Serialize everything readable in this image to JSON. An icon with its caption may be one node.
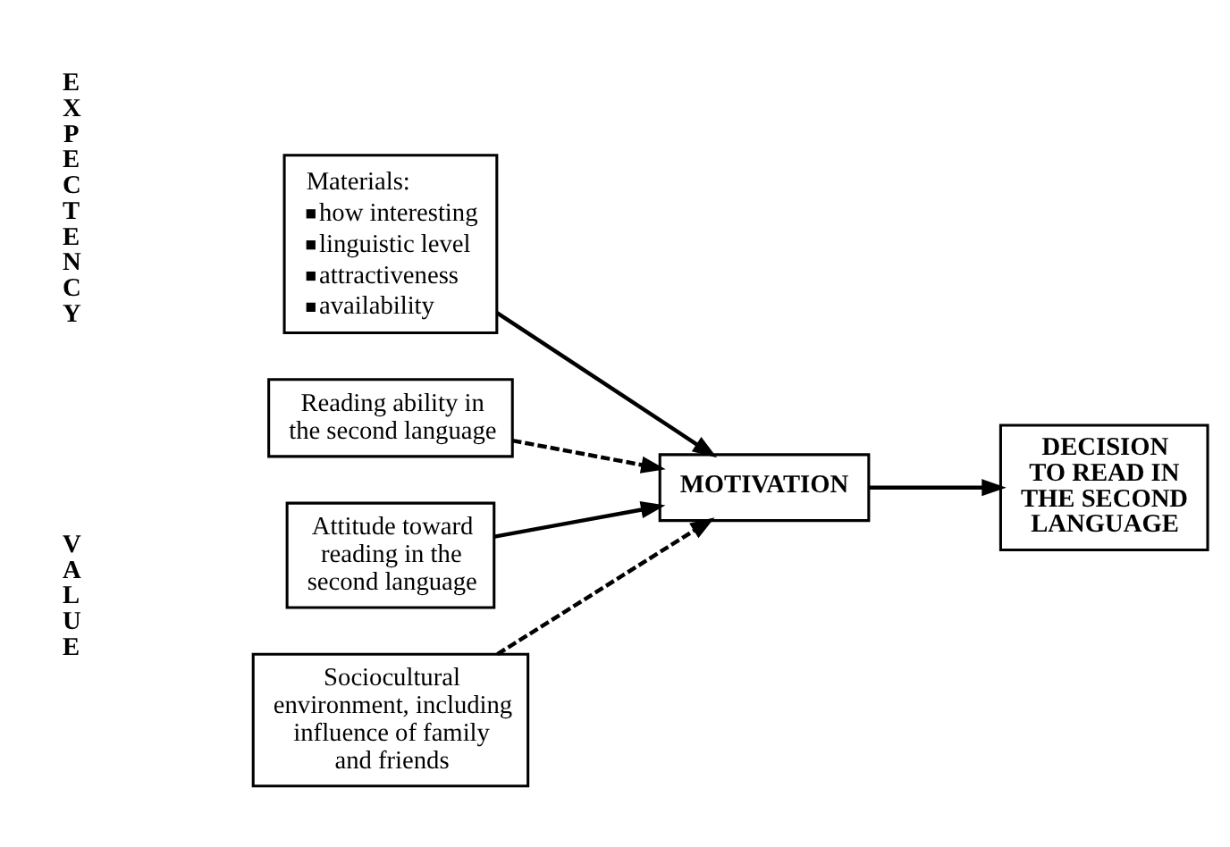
{
  "diagram": {
    "nodes": [
      {
        "text": [
          "Materials:",
          "how interesting",
          "linguistic level",
          "attractiveness",
          "availability"
        ]
      },
      {
        "text": [
          "Reading ability in the second language"
        ]
      },
      {
        "text": [
          "Attitude toward reading in the second language"
        ]
      },
      {
        "text": [
          "Sociocultural environment, including influence of family and friends"
        ]
      },
      {
        "text": [
          "MOTIVATION"
        ]
      },
      {
        "text": [
          "DECISION TO READ IN THE SECOND LANGUAGE"
        ]
      }
    ],
    "edges": [
      {
        "from": 0,
        "to": 4,
        "arrow": "to"
      },
      {
        "from": 1,
        "to": 4,
        "arrow": "to",
        "style": "dashed"
      },
      {
        "from": 2,
        "to": 4,
        "arrow": "to"
      },
      {
        "from": 3,
        "to": 4,
        "arrow": "to",
        "style": "dashed"
      },
      {
        "from": 4,
        "to": 5,
        "arrow": "to"
      }
    ],
    "labels": [
      "EXPECTENCY",
      "VALUE"
    ]
  }
}
